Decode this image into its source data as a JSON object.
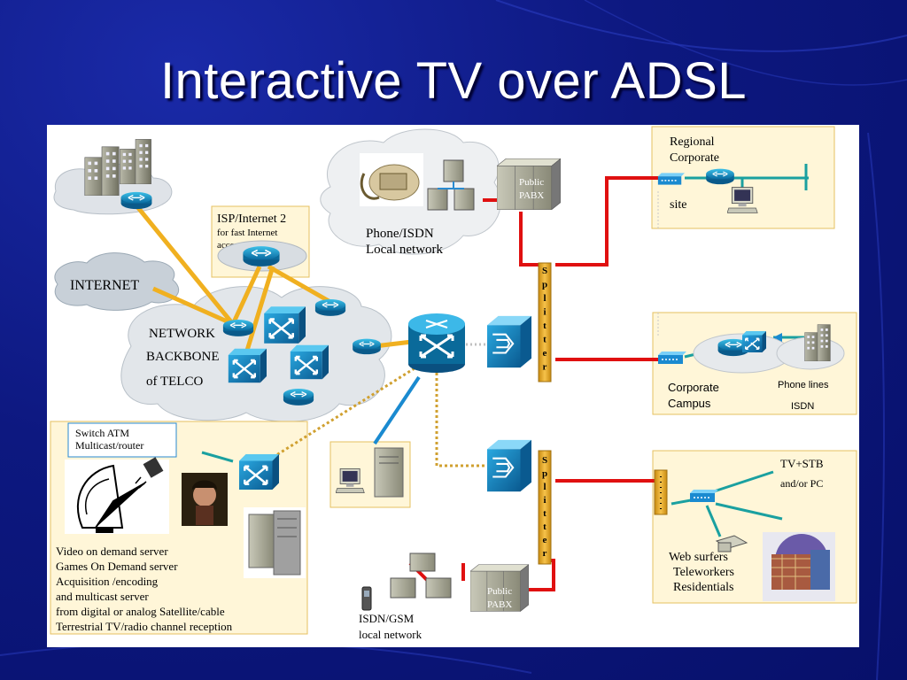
{
  "title": "Interactive TV over ADSL",
  "labels": {
    "internet": "INTERNET",
    "isp_line1": "ISP/Internet 2",
    "isp_line2": "for fast Internet",
    "isp_line3": "access",
    "phone_line1": "Phone/ISDN",
    "phone_line2": "Local network",
    "pabx_top_line1": "Public",
    "pabx_top_line2": "PABX",
    "backbone_line1": "NETWORK",
    "backbone_line2": "BACKBONE",
    "backbone_line3": "of  TELCO",
    "regional_line1": "Regional",
    "regional_line2": "Corporate",
    "regional_line3": "site",
    "splitter": [
      "S",
      "p",
      "l",
      "i",
      "t",
      "t",
      "e",
      "r"
    ],
    "campus_line1": "Corporate",
    "campus_line2": "Campus",
    "phone_lines": "Phone lines",
    "isdn": "ISDN",
    "switch_line1": "Switch ATM",
    "switch_line2": "Multicast/router",
    "tvstb_line1": "TV+STB",
    "tvstb_line2": "and/or PC",
    "web_line1": "Web surfers",
    "web_line2": "Teleworkers",
    "web_line3": "Residentials",
    "vod": [
      "Video on demand server",
      "Games On Demand server",
      "Acquisition /encoding",
      "and multicast server",
      "from digital or analog Satellite/cable",
      "Terrestrial TV/radio channel reception"
    ],
    "pabx_bot_line1": "Public",
    "pabx_bot_line2": "PABX",
    "isdngsm_line1": "ISDN/GSM",
    "isdngsm_line2": "local network"
  },
  "icons": [
    "building-icon",
    "router-icon",
    "atm-switch-icon",
    "telephone-icon",
    "computer-icon",
    "pabx-icon",
    "splitter-icon",
    "dsl-modem-icon",
    "satellite-dish-icon",
    "video-server-icon",
    "mobile-phone-icon",
    "house-icon"
  ],
  "colors": {
    "background": "#0d1880",
    "red_link": "#e01010",
    "orange_link": "#f0b020",
    "atm_blue": "#1a8ad0",
    "splitter_fill": "#f2b63c"
  }
}
